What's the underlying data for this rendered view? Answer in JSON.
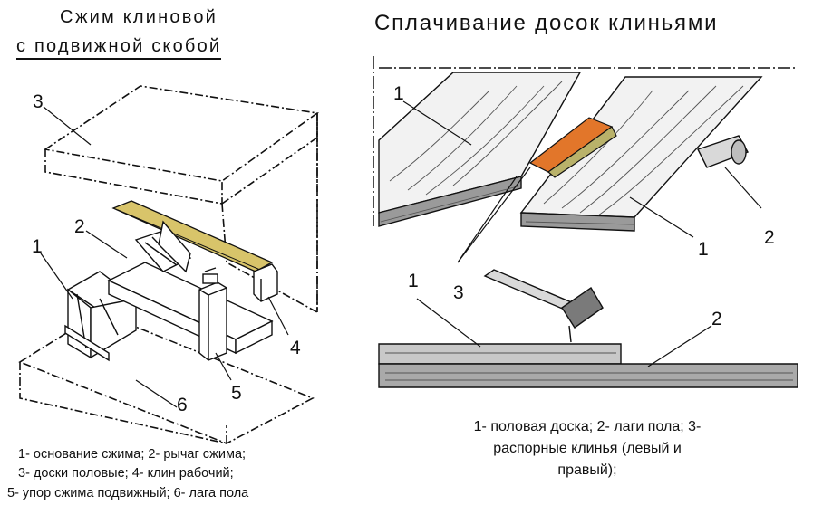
{
  "left_panel": {
    "title_line1": "Сжим клиновой",
    "title_line2": "с подвижной скобой",
    "labels": [
      "1",
      "2",
      "3",
      "4",
      "5",
      "6"
    ],
    "caption": [
      "1- основание сжима;  2- рычаг сжима;",
      "3- доски половые;  4-  клин рабочий;",
      "5-  упор сжима подвижный;  6- лага пола"
    ]
  },
  "right_panel": {
    "title": "Сплачивание досок клиньями",
    "labels": [
      "1",
      "1",
      "1",
      "2",
      "2",
      "3"
    ],
    "caption": [
      "1- половая доска;  2- лаги пола;  3-",
      "распорные клинья (левый и",
      "правый);"
    ]
  },
  "colors": {
    "ink": "#111111",
    "wedge_yellow": "#d8c46a",
    "wedge_orange": "#e2762a",
    "wedge_olive": "#b9b26a",
    "wood_grain": "#555555"
  }
}
